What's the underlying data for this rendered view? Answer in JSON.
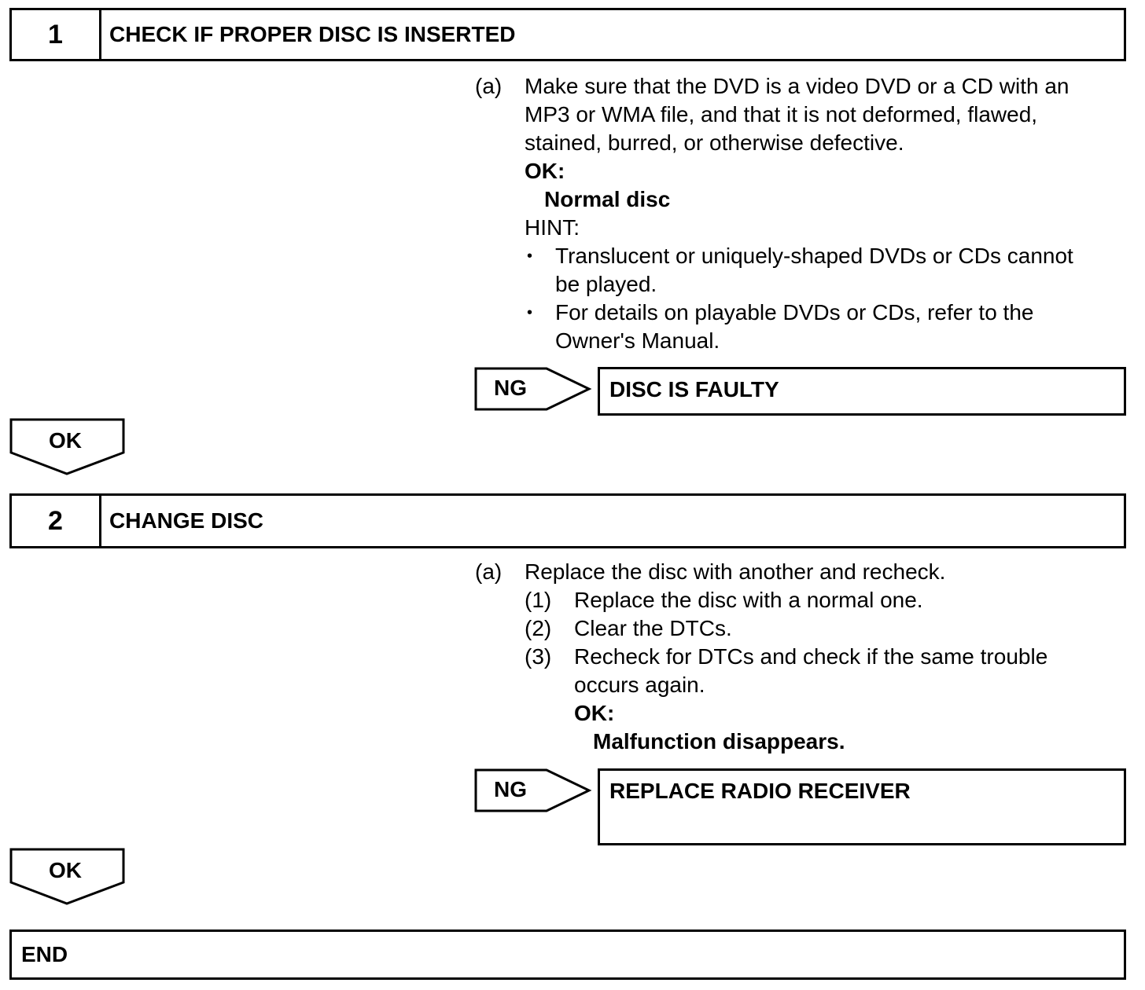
{
  "step1": {
    "number": "1",
    "title": "CHECK IF PROPER DISC IS INSERTED",
    "item_marker": "(a)",
    "item_lines": [
      "Make sure that the DVD is a video DVD or a CD with an",
      "MP3 or WMA file, and that it is not deformed, flawed,",
      "stained, burred, or otherwise defective."
    ],
    "ok_label": "OK:",
    "ok_value": "Normal disc",
    "hint_label": "HINT:",
    "bullet_char": "•",
    "bullet1_lines": [
      "Translucent or uniquely-shaped DVDs or CDs cannot",
      "be played."
    ],
    "bullet2_lines": [
      "For details on playable DVDs or CDs, refer to the",
      "Owner's Manual."
    ],
    "ng_label": "NG",
    "ng_result": "DISC IS FAULTY",
    "ok_arrow_label": "OK"
  },
  "step2": {
    "number": "2",
    "title": "CHANGE DISC",
    "item_marker": "(a)",
    "item_text": "Replace the disc with another and recheck.",
    "sub1_marker": "(1)",
    "sub1_text": "Replace the disc with a normal one.",
    "sub2_marker": "(2)",
    "sub2_text": "Clear the DTCs.",
    "sub3_marker": "(3)",
    "sub3_lines": [
      "Recheck for DTCs and check if the same trouble",
      "occurs again."
    ],
    "ok_label": "OK:",
    "ok_value": "Malfunction disappears.",
    "ng_label": "NG",
    "ng_result": "REPLACE RADIO RECEIVER",
    "ok_arrow_label": "OK"
  },
  "end_label": "END"
}
